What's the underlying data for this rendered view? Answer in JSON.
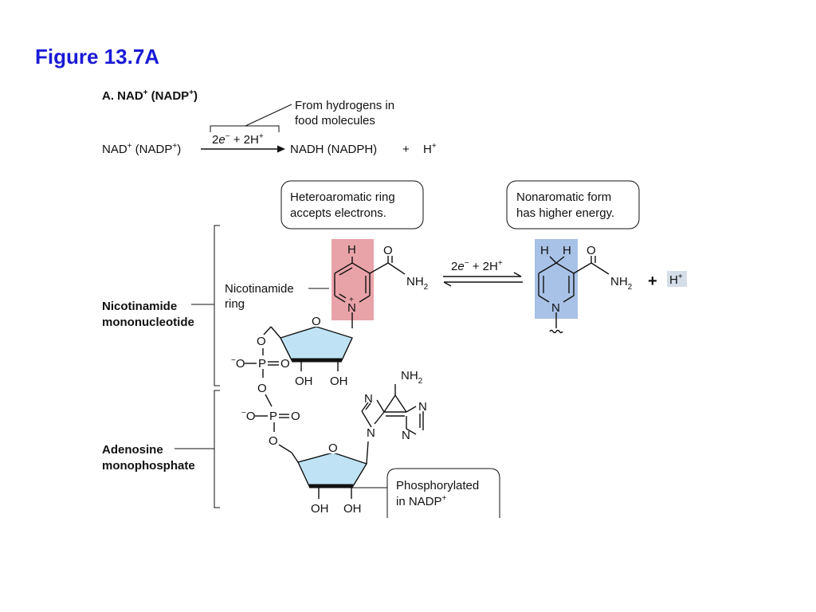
{
  "figure_title": "Figure 13.7A",
  "panel_title": "A. NAD",
  "panel_title_sup1": "+",
  "panel_title_mid": " (NADP",
  "panel_title_sup2": "+",
  "panel_title_end": ")",
  "reaction": {
    "reactant": "NAD",
    "reactant_mid": " (NADP",
    "reactant_end": ")",
    "sup_plus": "+",
    "sup_minus": "−",
    "bracket_2": "2",
    "bracket_e": "e",
    "bracket_rest": " + 2H",
    "product": "NADH (NADPH)",
    "plus": "+",
    "proton": "H",
    "callout_line1": "From hydrogens in",
    "callout_line2": "food molecules"
  },
  "callouts": {
    "hetero_line1": "Heteroaromatic ring",
    "hetero_line2": "accepts electrons.",
    "nonarom_line1": "Nonaromatic form",
    "nonarom_line2": "has higher energy.",
    "phospho_line1": "Phosphorylated",
    "phospho_line2": "in NADP"
  },
  "labels": {
    "nmn_line1": "Nicotinamide",
    "nmn_line2": "mononucleotide",
    "amp_line1": "Adenosine",
    "amp_line2": "monophosphate",
    "ring_line1": "Nicotinamide",
    "ring_line2": "ring",
    "eq_2": "2",
    "eq_e": "e",
    "eq_rest": " + 2H"
  },
  "atoms": {
    "H": "H",
    "O": "O",
    "N": "N",
    "NH": "NH",
    "sub2": "2",
    "OH": "OH",
    "P": "P",
    "Ominus": "O",
    "minus": "−",
    "plus": "+",
    "bigplus": "+",
    "Hplus": "H"
  },
  "colors": {
    "title": "#1a1ad6",
    "oxidized_highlight": "#e8a3a8",
    "reduced_highlight": "#a8c1e6",
    "ribose_fill": "#bfe3f5",
    "proton_highlight": "#d4dde8"
  }
}
